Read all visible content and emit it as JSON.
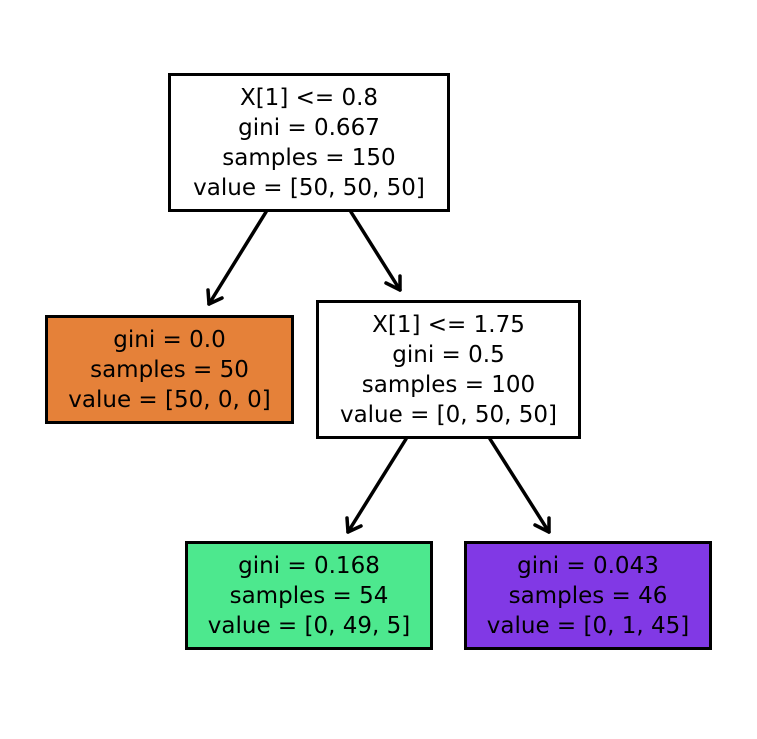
{
  "tree": {
    "nodes": [
      {
        "id": "root",
        "fill": "#ffffff",
        "lines": [
          "X[1] <= 0.8",
          "gini = 0.667",
          "samples = 150",
          "value = [50, 50, 50]"
        ]
      },
      {
        "id": "left",
        "fill": "#e58139",
        "lines": [
          "gini = 0.0",
          "samples = 50",
          "value = [50, 0, 0]"
        ]
      },
      {
        "id": "right",
        "fill": "#ffffff",
        "lines": [
          "X[1] <= 1.75",
          "gini = 0.5",
          "samples = 100",
          "value = [0, 50, 50]"
        ]
      },
      {
        "id": "rl",
        "fill": "#4de88e",
        "lines": [
          "gini = 0.168",
          "samples = 54",
          "value = [0, 49, 5]"
        ]
      },
      {
        "id": "rr",
        "fill": "#8139e5",
        "lines": [
          "gini = 0.043",
          "samples = 46",
          "value = [0, 1, 45]"
        ]
      }
    ],
    "edges": [
      {
        "from": "root",
        "to": "left"
      },
      {
        "from": "root",
        "to": "right"
      },
      {
        "from": "right",
        "to": "rl"
      },
      {
        "from": "right",
        "to": "rr"
      }
    ]
  }
}
